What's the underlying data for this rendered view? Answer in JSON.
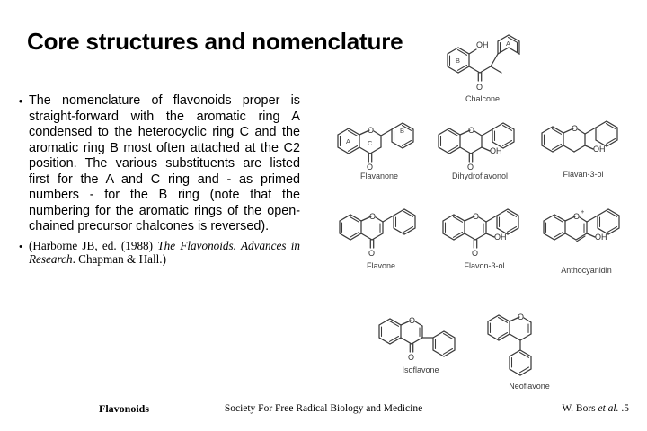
{
  "slide": {
    "title": "Core structures and nomenclature",
    "bullets": [
      {
        "marker": "•",
        "text": "The nomenclature of flavonoids proper is straight-forward with the aromatic ring A condensed to the heterocyclic ring C and the aromatic ring B most often attached at the C2 position. The various substituents are listed first for the A and C ring and - as primed numbers - for the B ring (note that the numbering for the aromatic rings of the open-chained precursor chalcones is reversed)."
      },
      {
        "marker": "•",
        "citation_open": "(Harborne JB, ed. (1988) ",
        "citation_italic": "The Flavonoids. Advances in Research",
        "citation_close": ". Chapman & Hall.)"
      }
    ]
  },
  "structures": [
    {
      "id": "chalcone",
      "caption": "Chalcone",
      "ring_labels": [
        "B",
        "A"
      ],
      "substituents": [
        "OH",
        "O"
      ]
    },
    {
      "id": "flavanone",
      "caption": "Flavanone",
      "ring_labels": [
        "A",
        "C",
        "B"
      ],
      "substituents": [
        "O",
        "O"
      ]
    },
    {
      "id": "dihydroflavonol",
      "caption": "Dihydroflavonol",
      "ring_labels": [],
      "substituents": [
        "O",
        "OH",
        "O"
      ]
    },
    {
      "id": "flavan-3-ol",
      "caption": "Flavan-3-ol",
      "ring_labels": [],
      "substituents": [
        "O",
        "OH"
      ]
    },
    {
      "id": "flavone",
      "caption": "Flavone",
      "ring_labels": [],
      "substituents": [
        "O",
        "O"
      ]
    },
    {
      "id": "flavon-3-ol",
      "caption": "Flavon-3-ol",
      "ring_labels": [],
      "substituents": [
        "O",
        "OH",
        "O"
      ]
    },
    {
      "id": "anthocyanidin",
      "caption": "Anthocyanidin",
      "ring_labels": [],
      "substituents": [
        "O",
        "+",
        "OH"
      ]
    },
    {
      "id": "isoflavone",
      "caption": "Isoflavone",
      "ring_labels": [],
      "substituents": [
        "O",
        "O"
      ]
    },
    {
      "id": "neoflavone",
      "caption": "Neoflavone",
      "ring_labels": [],
      "substituents": [
        "O"
      ]
    }
  ],
  "atom_labels": {
    "oxygen": "O",
    "hydroxyl": "OH",
    "plus": "+",
    "ring_a": "A",
    "ring_b": "B",
    "ring_c": "C"
  },
  "footer": {
    "left": "Flavonoids",
    "center": "Society For Free Radical Biology and Medicine",
    "right_plain1": "W. Bors ",
    "right_italic": "et al.",
    "right_plain2": " .5"
  }
}
